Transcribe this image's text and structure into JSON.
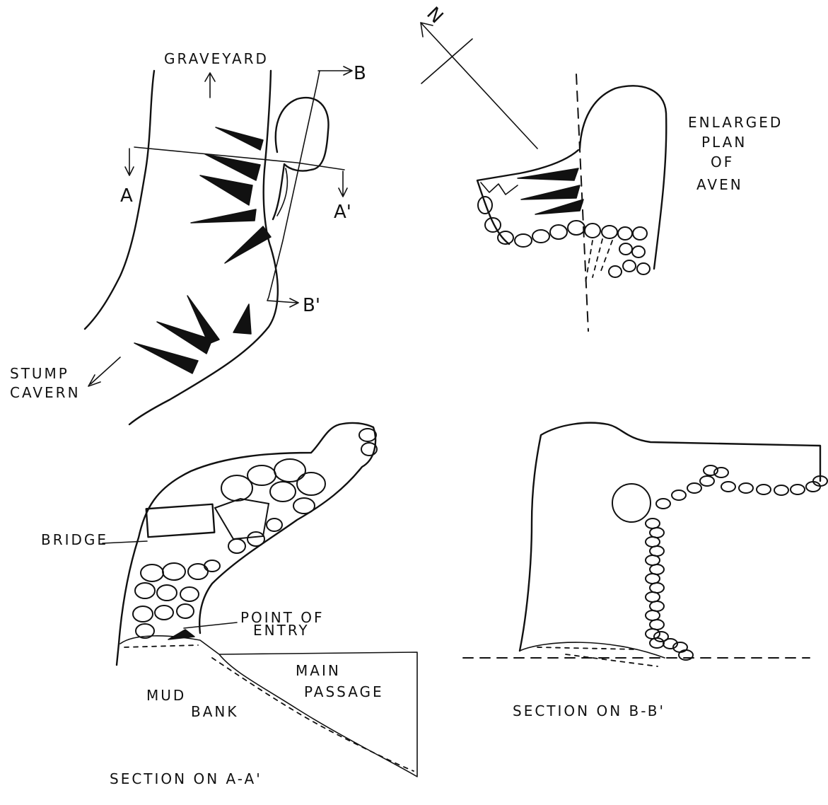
{
  "plan": {
    "graveyard_label": "GRAVEYARD",
    "stump_label_1": "STUMP",
    "stump_label_2": "CAVERN",
    "marker_a": "A",
    "marker_a_prime": "A'",
    "marker_b": "B",
    "marker_b_prime": "B'",
    "north": "N"
  },
  "aven_plan": {
    "title_1": "ENLARGED",
    "title_2": "PLAN",
    "title_3": "OF",
    "title_4": "AVEN"
  },
  "section_aa": {
    "bridge_label": "BRIDGE",
    "entry_label_1": "POINT OF",
    "entry_label_2": "ENTRY",
    "main_label_1": "MAIN",
    "main_label_2": "PASSAGE",
    "mud_label_1": "MUD",
    "mud_label_2": "BANK",
    "caption": "SECTION ON A-A'"
  },
  "section_bb": {
    "caption": "SECTION ON B-B'"
  }
}
